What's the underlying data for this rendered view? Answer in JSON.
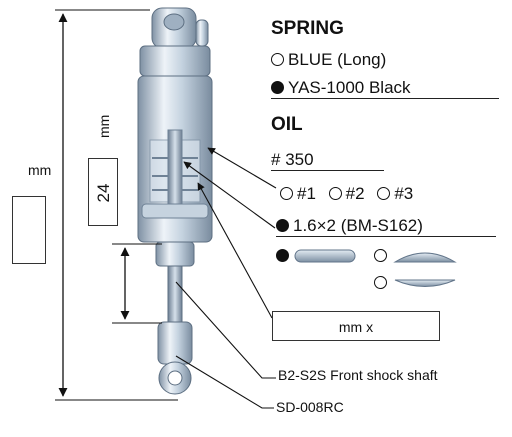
{
  "spring": {
    "heading": "SPRING",
    "options": [
      {
        "label": "BLUE (Long)",
        "selected": false
      },
      {
        "label": "YAS-1000 Black",
        "selected": true
      }
    ]
  },
  "oil": {
    "heading": "OIL",
    "value_prefix": "#",
    "value": "350"
  },
  "piston": {
    "holes": [
      {
        "label": "#1",
        "selected": false
      },
      {
        "label": "#2",
        "selected": false
      },
      {
        "label": "#3",
        "selected": false
      }
    ],
    "part": {
      "label": "1.6×2 (BM-S162)",
      "selected": true
    },
    "washers": [
      {
        "state": "filled"
      },
      {
        "state": "open"
      },
      {
        "state": "open"
      }
    ]
  },
  "measurements": {
    "overall_unit": "mm",
    "overall_value": "",
    "body_unit": "mm",
    "body_value": "24",
    "stroke_box": "mm x"
  },
  "callouts": {
    "shaft": "B2-S2S Front shock shaft",
    "rod_end": "SD-008RC"
  },
  "colors": {
    "body_light": "#e6eef6",
    "body_mid": "#b9c8d8",
    "body_dark": "#6f8296",
    "rod": "#8ea1b4",
    "line": "#111111"
  }
}
